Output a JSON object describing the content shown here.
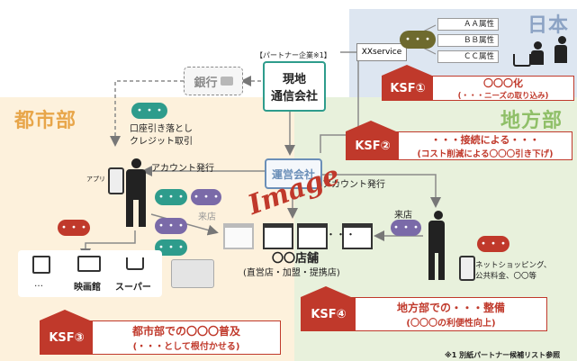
{
  "regions": {
    "japan": "日本",
    "urban": "都市部",
    "local": "地方部"
  },
  "partner": {
    "note": "【パートナー企業※1】",
    "title_line1": "現地",
    "title_line2": "通信会社"
  },
  "bank": "銀行",
  "xxservice": "XXservice",
  "attributes": [
    "ＡＡ属性",
    "ＢＢ属性",
    "ＣＣ属性"
  ],
  "operator": "運営会社",
  "payment": {
    "line1": "口座引き落とし",
    "line2": "クレジット取引"
  },
  "app_label": "アプリ",
  "account_issue": "アカウント発行",
  "account_issue_right": "アカウント発行",
  "visit_left": "来店",
  "visit_right": "来店",
  "stores": {
    "title": "〇〇店舗",
    "subtitle": "(直営店・加盟・提携店)"
  },
  "venues": {
    "v1": "…",
    "v2": "映画館",
    "v3": "スーパー"
  },
  "online": {
    "line1": "ネットショッピング、",
    "line2": "公共料金、〇〇等"
  },
  "ellipsis": "・・・",
  "watermark": "Image",
  "ksf": [
    {
      "tag": "KSF①",
      "line1": "〇〇〇化",
      "line2": "(・・・ニーズの取り込み)"
    },
    {
      "tag": "KSF②",
      "line1": "・・・接続による・・・",
      "line2": "(コスト削減による〇〇〇引き下げ)"
    },
    {
      "tag": "KSF③",
      "line1": "都市部での〇〇〇普及",
      "line2": "(・・・として根付かせる)"
    },
    {
      "tag": "KSF④",
      "line1": "地方部での・・・整備",
      "line2": "(〇〇〇の利便性向上)"
    }
  ],
  "footnote": "※1 別紙パートナー候補リスト参照",
  "colors": {
    "ksf": "#c0392b",
    "teal": "#2e9c8c",
    "urban_bg": "#fdf1dc",
    "local_bg": "#e8f1dc",
    "japan_bg": "#dde6f1"
  }
}
